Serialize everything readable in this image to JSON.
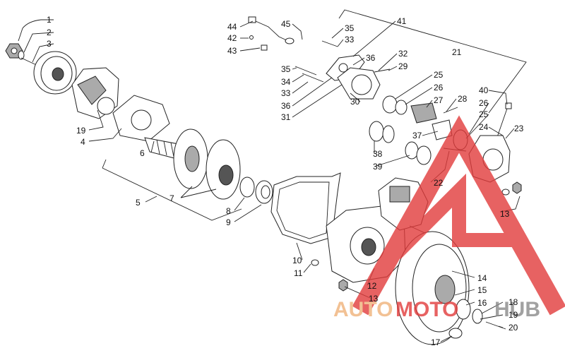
{
  "callouts": {
    "c1": "1",
    "c2": "2",
    "c3": "3",
    "c19a": "19",
    "c4": "4",
    "c6": "6",
    "c5": "5",
    "c7": "7",
    "c8": "8",
    "c9": "9",
    "c10": "10",
    "c11": "11",
    "c12": "12",
    "c13a": "13",
    "c13b": "13",
    "c14": "14",
    "c15": "15",
    "c16": "16",
    "c17": "17",
    "c18": "18",
    "c19b": "19",
    "c20": "20",
    "c44": "44",
    "c42": "42",
    "c43": "43",
    "c45": "45",
    "c35a": "35",
    "c33a": "33",
    "c41": "41",
    "c36a": "36",
    "c32": "32",
    "c29": "29",
    "c21": "21",
    "c35b": "35",
    "c34": "34",
    "c33b": "33",
    "c36b": "36",
    "c31": "31",
    "c30": "30",
    "c25a": "25",
    "c26a": "26",
    "c27": "27",
    "c28": "28",
    "c40": "40",
    "c26b": "26",
    "c25b": "25",
    "c24": "24",
    "c23": "23",
    "c37": "37",
    "c38": "38",
    "c39": "39",
    "c22": "22"
  },
  "watermark": {
    "part1": "AUTO",
    "part2": "MOTO",
    "part3": "HUB",
    "color_orange": "#f0b27a",
    "color_red": "#e23b3b",
    "color_grey": "#8a8a8a"
  }
}
